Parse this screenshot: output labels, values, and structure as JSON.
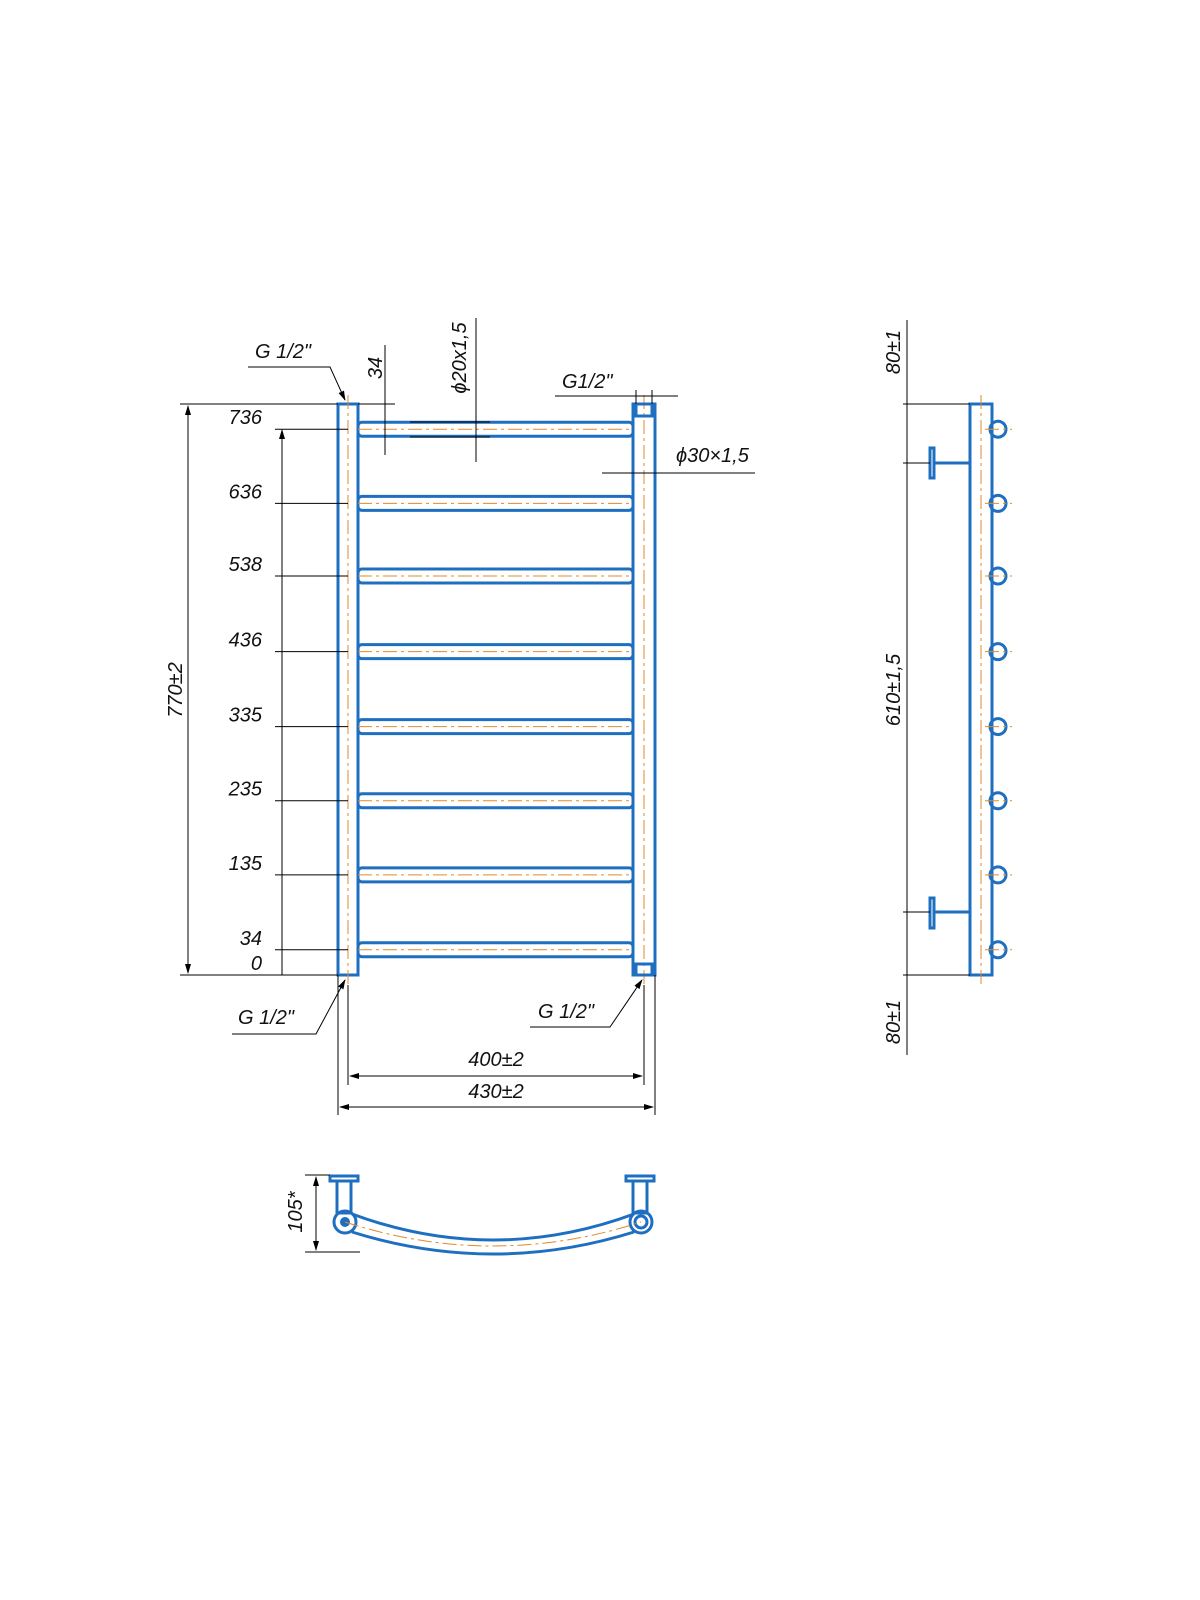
{
  "colors": {
    "pipe": "#1f6fc0",
    "axis": "#e08a2a",
    "dimension": "#000000"
  },
  "front_view": {
    "thread_top_left": "G 1/2\"",
    "thread_top_right": "G1/2\"",
    "thread_bottom_left": "G 1/2\"",
    "thread_bottom_right": "G 1/2\"",
    "offset_top": "34",
    "bar_pipe": "ϕ20x1,5",
    "rail_pipe": "ϕ30×1,5",
    "total_height": "770±2",
    "bar_levels": [
      "736",
      "636",
      "538",
      "436",
      "335",
      "235",
      "135",
      "34",
      "0"
    ],
    "center_width": "400±2",
    "total_width": "430±2"
  },
  "side_view": {
    "top_offset": "80±1",
    "mount_spacing": "610±1,5",
    "bottom_offset": "80±1"
  },
  "top_view": {
    "depth": "105*"
  }
}
